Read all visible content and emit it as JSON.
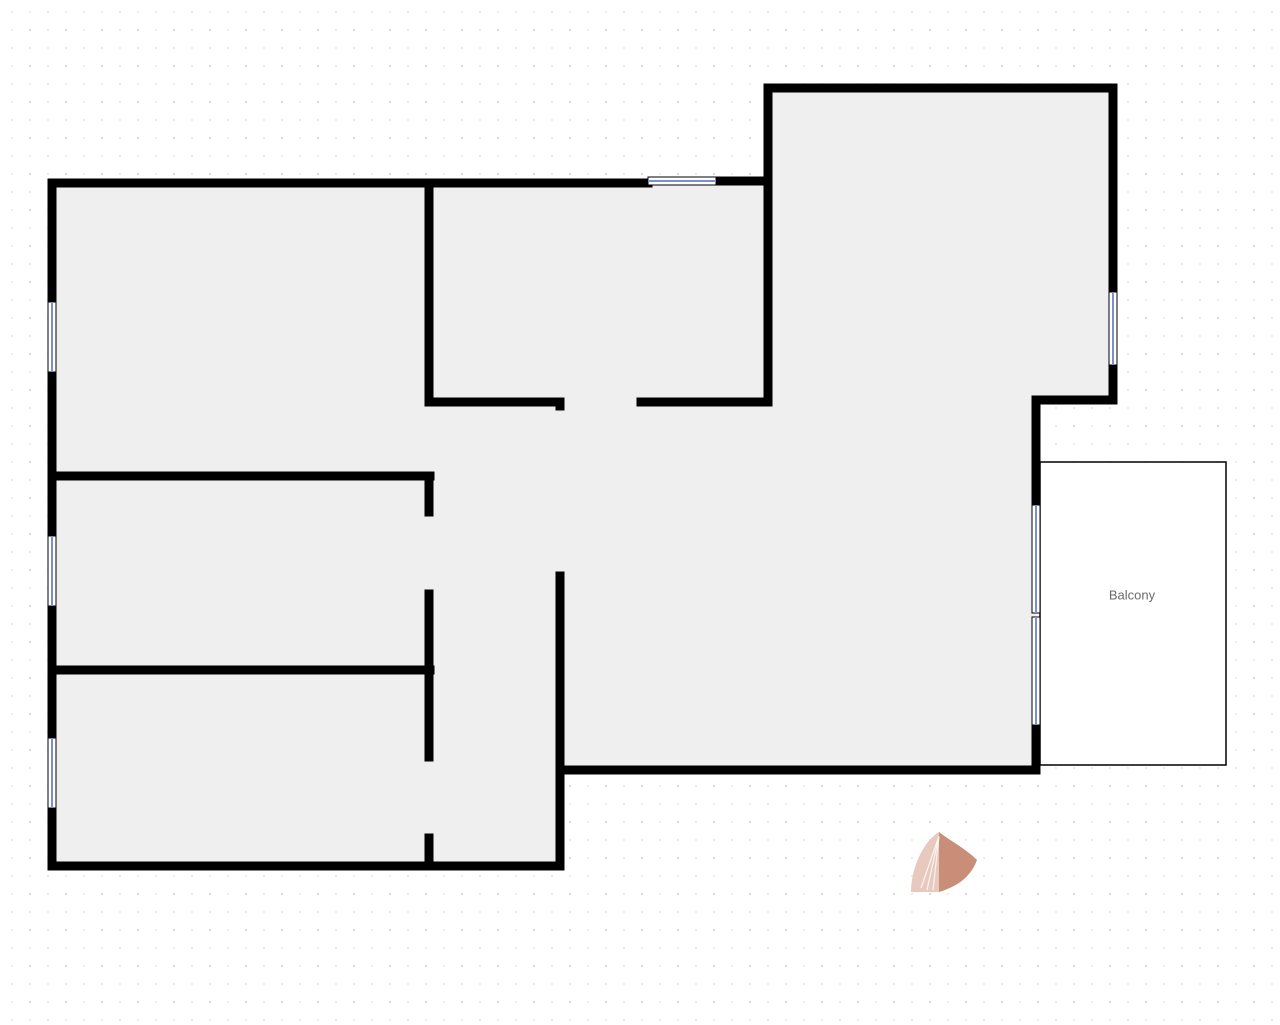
{
  "plan": {
    "rooms": [
      {
        "key": "bedroom-left-top",
        "label": ""
      },
      {
        "key": "bedroom-left-middle",
        "label": ""
      },
      {
        "key": "bedroom-left-bottom",
        "label": ""
      },
      {
        "key": "room-top-middle",
        "label": ""
      },
      {
        "key": "room-top-right",
        "label": ""
      },
      {
        "key": "living-room",
        "label": ""
      },
      {
        "key": "balcony",
        "label": "Balcony"
      }
    ]
  },
  "colors": {
    "floor": "#efefef",
    "wall": "#000000",
    "window": "#7b8fd6",
    "balcony_floor": "#ffffff",
    "compass": "#c88e78"
  },
  "icons": {
    "compass": "compass-icon"
  }
}
